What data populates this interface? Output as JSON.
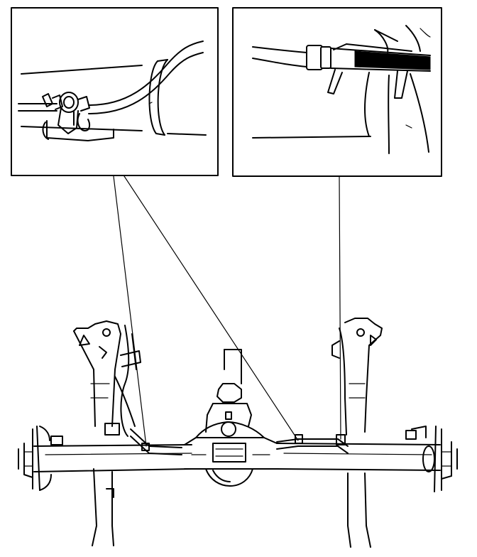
{
  "figure": {
    "type": "line-art service diagram",
    "stroke_color": "#000000",
    "background_color": "#ffffff"
  },
  "detail_views": [
    {
      "id": "left",
      "icon": "cable-clip-detail-icon"
    },
    {
      "id": "right",
      "icon": "cable-bracket-detail-icon"
    }
  ]
}
